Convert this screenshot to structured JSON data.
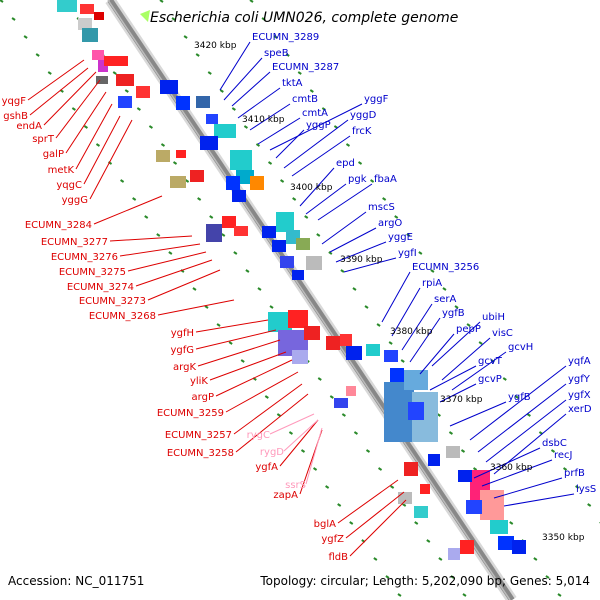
{
  "title": "Escherichia coli UMN026, complete genome",
  "footer": {
    "accession": "Accession: NC_011751",
    "summary": "Topology: circular; Length: 5,202,090 bp; Genes: 5,014"
  },
  "colors": {
    "forward_label": "#0000cc",
    "reverse_label": "#dd0000",
    "rna_label": "#ff99bb",
    "backbone": "#888888",
    "tick": "#2a8a2a"
  },
  "ticks": [
    "3420 kbp",
    "3410 kbp",
    "3400 kbp",
    "3390 kbp",
    "3380 kbp",
    "3370 kbp",
    "3360 kbp",
    "3350 kbp"
  ],
  "forward_labels": [
    "ECUMN_3289",
    "speB",
    "ECUMN_3287",
    "tktA",
    "cmtB",
    "cmtA",
    "yggF",
    "yggP",
    "yggD",
    "frcK",
    "epd",
    "pgk",
    "fbaA",
    "mscS",
    "argO",
    "yggE",
    "ygfI",
    "ECUMN_3256",
    "rpiA",
    "serA",
    "ygfB",
    "pepP",
    "ubiH",
    "visC",
    "gcvH",
    "gcvT",
    "gcvP",
    "yqfA",
    "ygfY",
    "ygfX",
    "ygfB",
    "xerD",
    "dsbC",
    "recJ",
    "prfB",
    "lysS"
  ],
  "reverse_labels": [
    "yqgF",
    "gshB",
    "endA",
    "sprT",
    "galP",
    "metK",
    "yqgC",
    "yggG",
    "ECUMN_3284",
    "ECUMN_3277",
    "ECUMN_3276",
    "ECUMN_3275",
    "ECUMN_3274",
    "ECUMN_3273",
    "ECUMN_3268",
    "ygfH",
    "ygfG",
    "argK",
    "yliK",
    "argP",
    "ECUMN_3259",
    "ECUMN_3257",
    "ECUMN_3258",
    "ygfA",
    "zapA",
    "bglA",
    "ygfZ",
    "fldB"
  ],
  "rna_labels": [
    "rygC",
    "rygD",
    "ssrS"
  ]
}
